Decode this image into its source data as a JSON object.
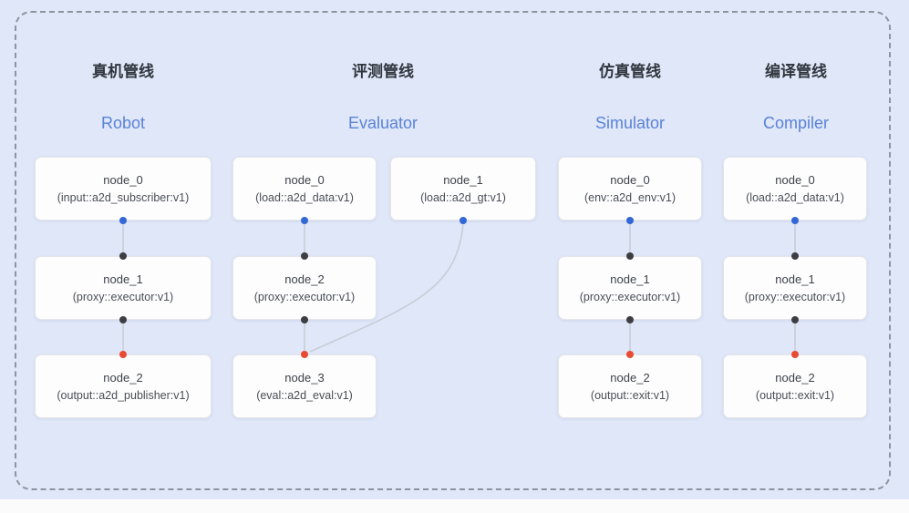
{
  "colors": {
    "background": "#dfe7f8",
    "dashed_border": "#8e949f",
    "card_background": "#fdfdfe",
    "card_border": "#e4e5e9",
    "title_cn_color": "#31363e",
    "title_en_color": "#5b82d8",
    "node_text_color": "#4a4e55",
    "dot_blue": "#3366d6",
    "dot_dark": "#3c3e42",
    "dot_red": "#e84b31",
    "edge_line": "#c7ccd6"
  },
  "pipelines": [
    {
      "title_cn": "真机管线",
      "title_en": "Robot",
      "nodes": [
        {
          "name": "node_0",
          "type": "(input::a2d_subscriber:v1)"
        },
        {
          "name": "node_1",
          "type": "(proxy::executor:v1)"
        },
        {
          "name": "node_2",
          "type": "(output::a2d_publisher:v1)"
        }
      ],
      "edges": [
        {
          "from": "node_0",
          "to": "node_1"
        },
        {
          "from": "node_1",
          "to": "node_2"
        }
      ]
    },
    {
      "title_cn": "评测管线",
      "title_en": "Evaluator",
      "nodes": [
        {
          "name": "node_0",
          "type": "(load::a2d_data:v1)"
        },
        {
          "name": "node_1",
          "type": "(load::a2d_gt:v1)"
        },
        {
          "name": "node_2",
          "type": "(proxy::executor:v1)"
        },
        {
          "name": "node_3",
          "type": "(eval::a2d_eval:v1)"
        }
      ],
      "edges": [
        {
          "from": "node_0",
          "to": "node_2"
        },
        {
          "from": "node_2",
          "to": "node_3"
        },
        {
          "from": "node_1",
          "to": "node_3"
        }
      ]
    },
    {
      "title_cn": "仿真管线",
      "title_en": "Simulator",
      "nodes": [
        {
          "name": "node_0",
          "type": "(env::a2d_env:v1)"
        },
        {
          "name": "node_1",
          "type": "(proxy::executor:v1)"
        },
        {
          "name": "node_2",
          "type": "(output::exit:v1)"
        }
      ],
      "edges": [
        {
          "from": "node_0",
          "to": "node_1"
        },
        {
          "from": "node_1",
          "to": "node_2"
        }
      ]
    },
    {
      "title_cn": "编译管线",
      "title_en": "Compiler",
      "nodes": [
        {
          "name": "node_0",
          "type": "(load::a2d_data:v1)"
        },
        {
          "name": "node_1",
          "type": "(proxy::executor:v1)"
        },
        {
          "name": "node_2",
          "type": "(output::exit:v1)"
        }
      ],
      "edges": [
        {
          "from": "node_0",
          "to": "node_1"
        },
        {
          "from": "node_1",
          "to": "node_2"
        }
      ]
    }
  ]
}
